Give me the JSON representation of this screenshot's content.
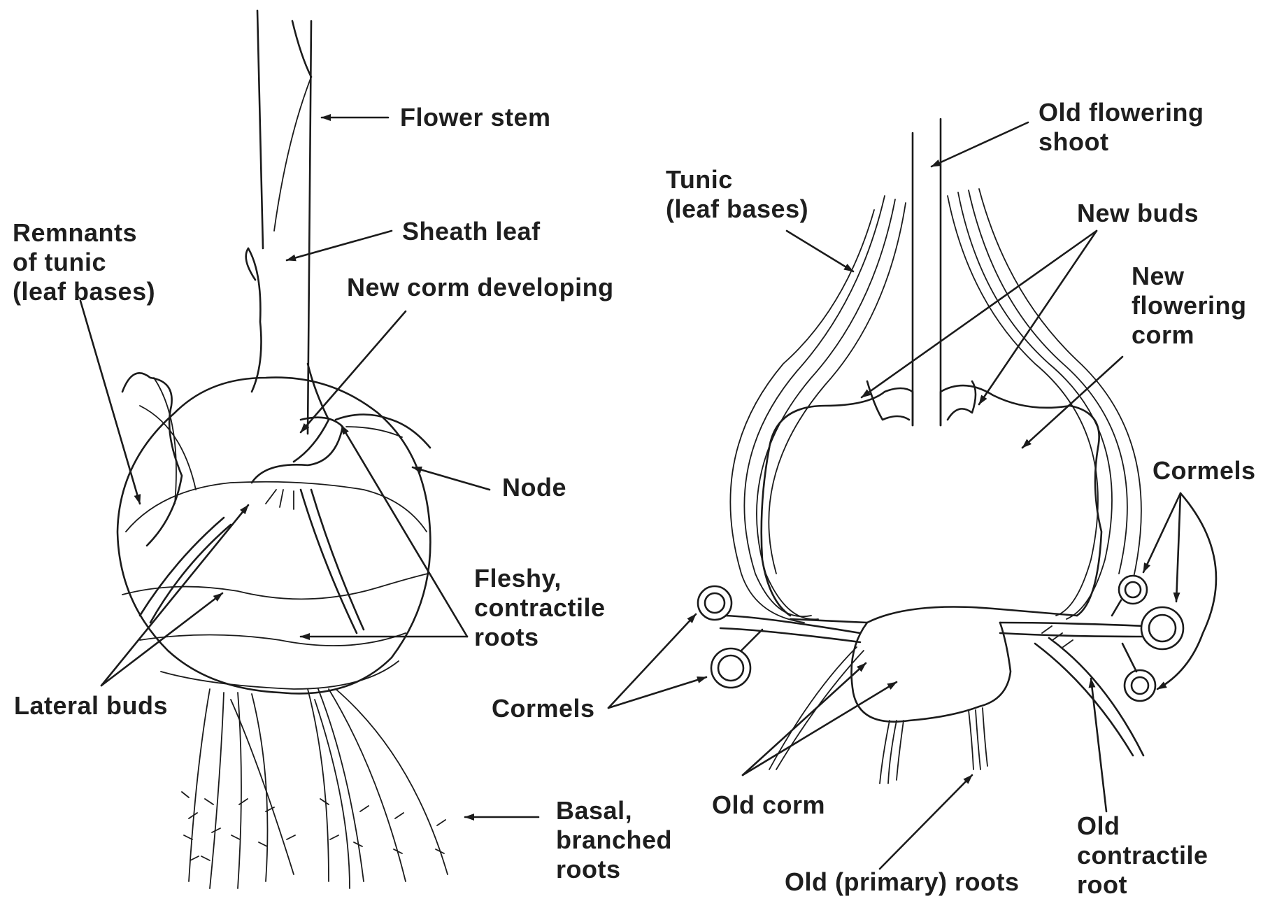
{
  "left_diagram": {
    "labels": {
      "flower_stem": "Flower stem",
      "sheath_leaf": "Sheath leaf",
      "remnants_of_tunic": "Remnants\nof tunic\n(leaf bases)",
      "new_corm_developing": "New corm developing",
      "node": "Node",
      "fleshy_contractile_roots": "Fleshy,\ncontractile\nroots",
      "lateral_buds": "Lateral buds",
      "basal_branched_roots": "Basal,\nbranched\nroots"
    }
  },
  "right_diagram": {
    "labels": {
      "old_flowering_shoot": "Old flowering\nshoot",
      "tunic_leaf_bases": "Tunic\n(leaf bases)",
      "new_buds": "New buds",
      "new_flowering_corm": "New\nflowering\ncorm",
      "cormels_right": "Cormels",
      "cormels_left": "Cormels",
      "old_corm": "Old corm",
      "old_primary_roots": "Old (primary) roots",
      "old_contractile_root": "Old\ncontractile\nroot"
    }
  }
}
